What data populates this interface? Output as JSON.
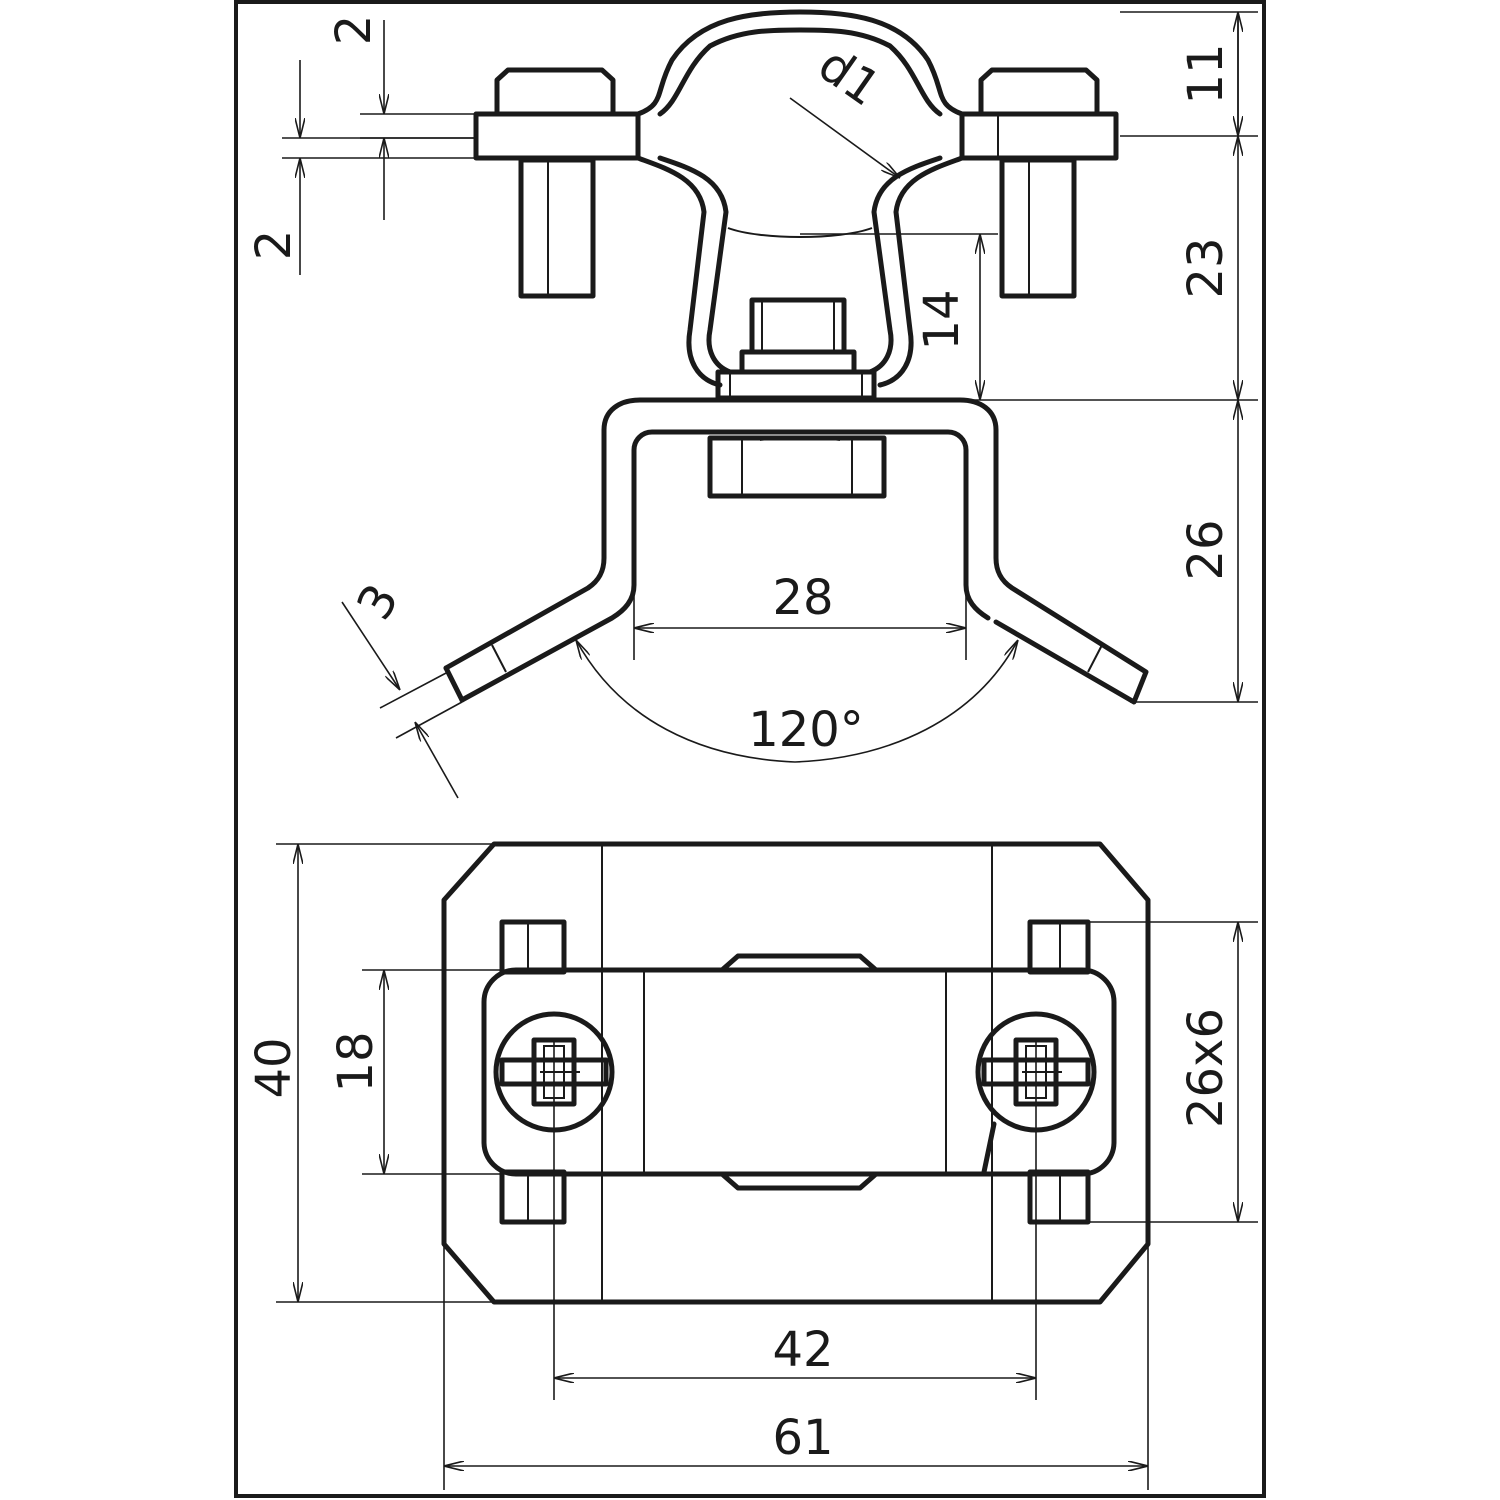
{
  "dimensions": {
    "top_gap": "2",
    "plate_thickness": "2",
    "pipe_diameter": "d1",
    "height_top": "11",
    "height_mid": "23",
    "stud_length": "14",
    "saddle_height": "26",
    "saddle_width": "28",
    "saddle_angle": "120°",
    "strip_thickness": "3",
    "base_depth": "40",
    "clamp_width": "18",
    "strip_size": "26x6",
    "bolt_spacing": "42",
    "base_length": "61"
  }
}
